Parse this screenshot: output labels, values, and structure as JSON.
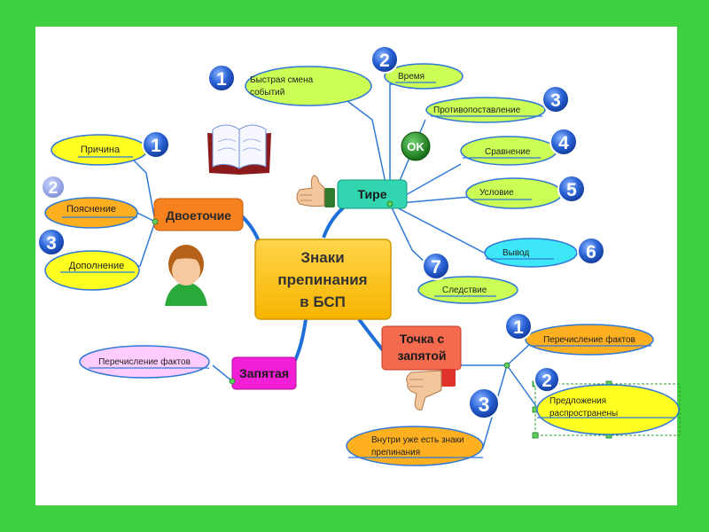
{
  "colors": {
    "background": "#3fd13f",
    "central_fill": "#ffc61a",
    "colon_fill": "#f5811f",
    "dash_fill": "#31d6b0",
    "comma_fill": "#f21fd6",
    "semicolon_fill": "#f46a4f",
    "yellow_node": "#ffff22",
    "orange_node": "#ffb020",
    "green_node": "#ccff55",
    "cyan_node": "#3de7f7",
    "pink_node": "#ffccff",
    "badge_blue": "#2a63d6",
    "connector_blue": "#1f6fd8"
  },
  "central": {
    "line1": "Знаки",
    "line2": "препинания",
    "line3": "в БСП"
  },
  "colon": {
    "label": "Двоеточие",
    "items": [
      {
        "label": "Причина",
        "badge": "1"
      },
      {
        "label": "Пояснение",
        "badge": "2"
      },
      {
        "label": "Дополнение",
        "badge": "3"
      }
    ]
  },
  "dash": {
    "label": "Тире",
    "ok": "OK",
    "items": [
      {
        "line1": "Быстрая смена",
        "line2": "событий",
        "badge": "1"
      },
      {
        "label": "Время",
        "badge": "2"
      },
      {
        "label": "Противопоставление",
        "badge": "3"
      },
      {
        "label": "Сравнение",
        "badge": "4"
      },
      {
        "label": "Условие",
        "badge": "5"
      },
      {
        "label": "Вывод",
        "badge": "6"
      },
      {
        "label": "Следствие",
        "badge": "7"
      }
    ]
  },
  "comma": {
    "label": "Запятая",
    "item": "Перечисление фактов"
  },
  "semicolon": {
    "line1": "Точка с",
    "line2": "запятой",
    "items": [
      {
        "label": "Перечисление фактов",
        "badge": "1"
      },
      {
        "line1": "Предложения",
        "line2": "распространены",
        "badge": "2"
      },
      {
        "line1": "Внутри уже есть знаки",
        "line2": "препинания",
        "badge": "3"
      }
    ]
  },
  "icons": [
    "open-book-icon",
    "thumbs-up-icon",
    "thumbs-down-icon",
    "person-icon",
    "ok-badge-icon"
  ]
}
